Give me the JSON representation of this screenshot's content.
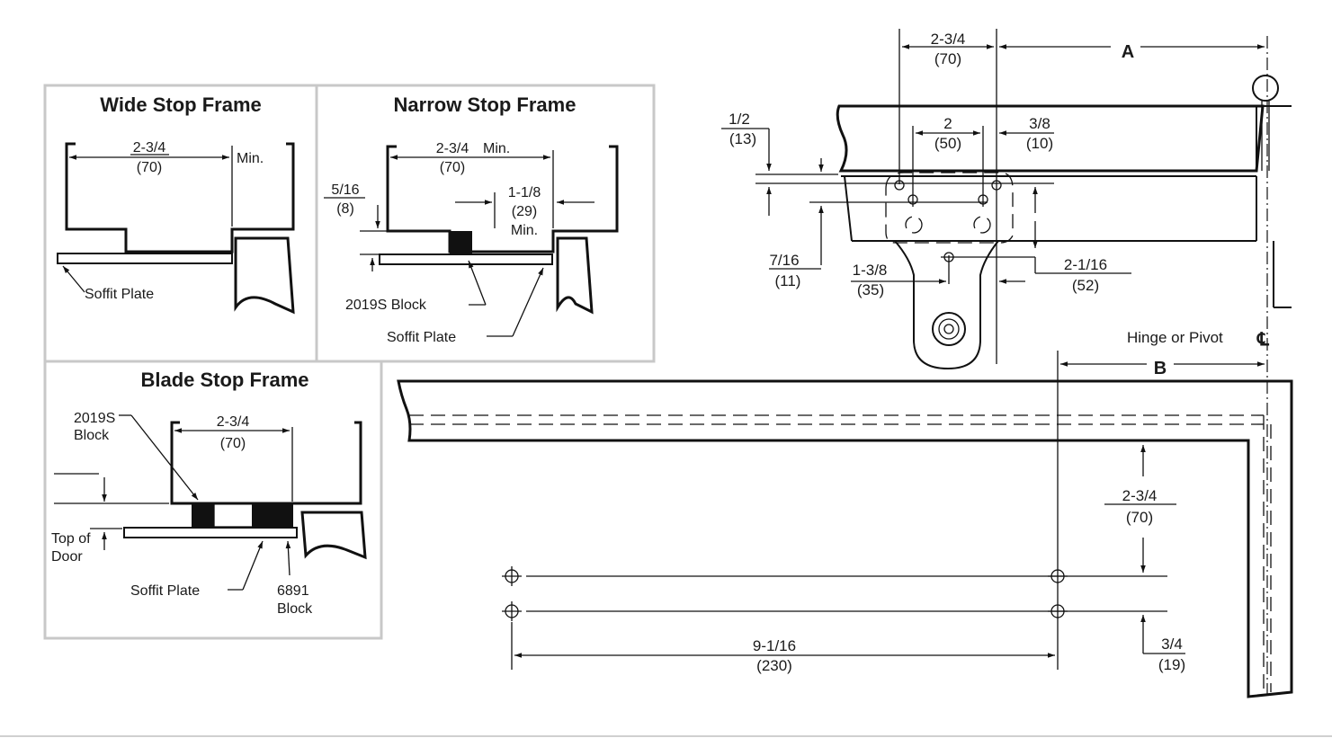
{
  "panels": {
    "wide": {
      "title": "Wide Stop Frame",
      "dim_top": "2-3/4",
      "dim_bottom": "(70)",
      "min_label": "Min.",
      "soffit": "Soffit Plate"
    },
    "narrow": {
      "title": "Narrow Stop Frame",
      "dim_top": "2-3/4",
      "dim_bottom": "(70)",
      "min_label": "Min.",
      "stop_top": "5/16",
      "stop_bottom": "(8)",
      "gap_top": "1-1/8",
      "gap_bottom": "(29)",
      "gap_min": "Min.",
      "block": "2019S Block",
      "soffit": "Soffit Plate"
    },
    "blade": {
      "title": "Blade Stop Frame",
      "block_a_line1": "2019S",
      "block_a_line2": "Block",
      "dim_top": "2-3/4",
      "dim_bottom": "(70)",
      "door_line1": "Top of",
      "door_line2": "Door",
      "soffit": "Soffit Plate",
      "block_b_line1": "6891",
      "block_b_line2": "Block"
    }
  },
  "main": {
    "top_width": {
      "top": "2-3/4",
      "bottom": "(70)"
    },
    "label_a": "A",
    "label_b": "B",
    "d_half": {
      "top": "1/2",
      "bottom": "(13)"
    },
    "d_2": {
      "top": "2",
      "bottom": "(50)"
    },
    "d_3_8": {
      "top": "3/8",
      "bottom": "(10)"
    },
    "d_7_16": {
      "top": "7/16",
      "bottom": "(11)"
    },
    "d_1_3_8": {
      "top": "1-3/8",
      "bottom": "(35)"
    },
    "d_2_1_16": {
      "top": "2-1/16",
      "bottom": "(52)"
    },
    "hinge": "Hinge or Pivot",
    "centerline_symbol": "℄",
    "d_right_2_3_4": {
      "top": "2-3/4",
      "bottom": "(70)"
    },
    "d_3_4": {
      "top": "3/4",
      "bottom": "(19)"
    },
    "d_9_1_16": {
      "top": "9-1/16",
      "bottom": "(230)"
    }
  }
}
